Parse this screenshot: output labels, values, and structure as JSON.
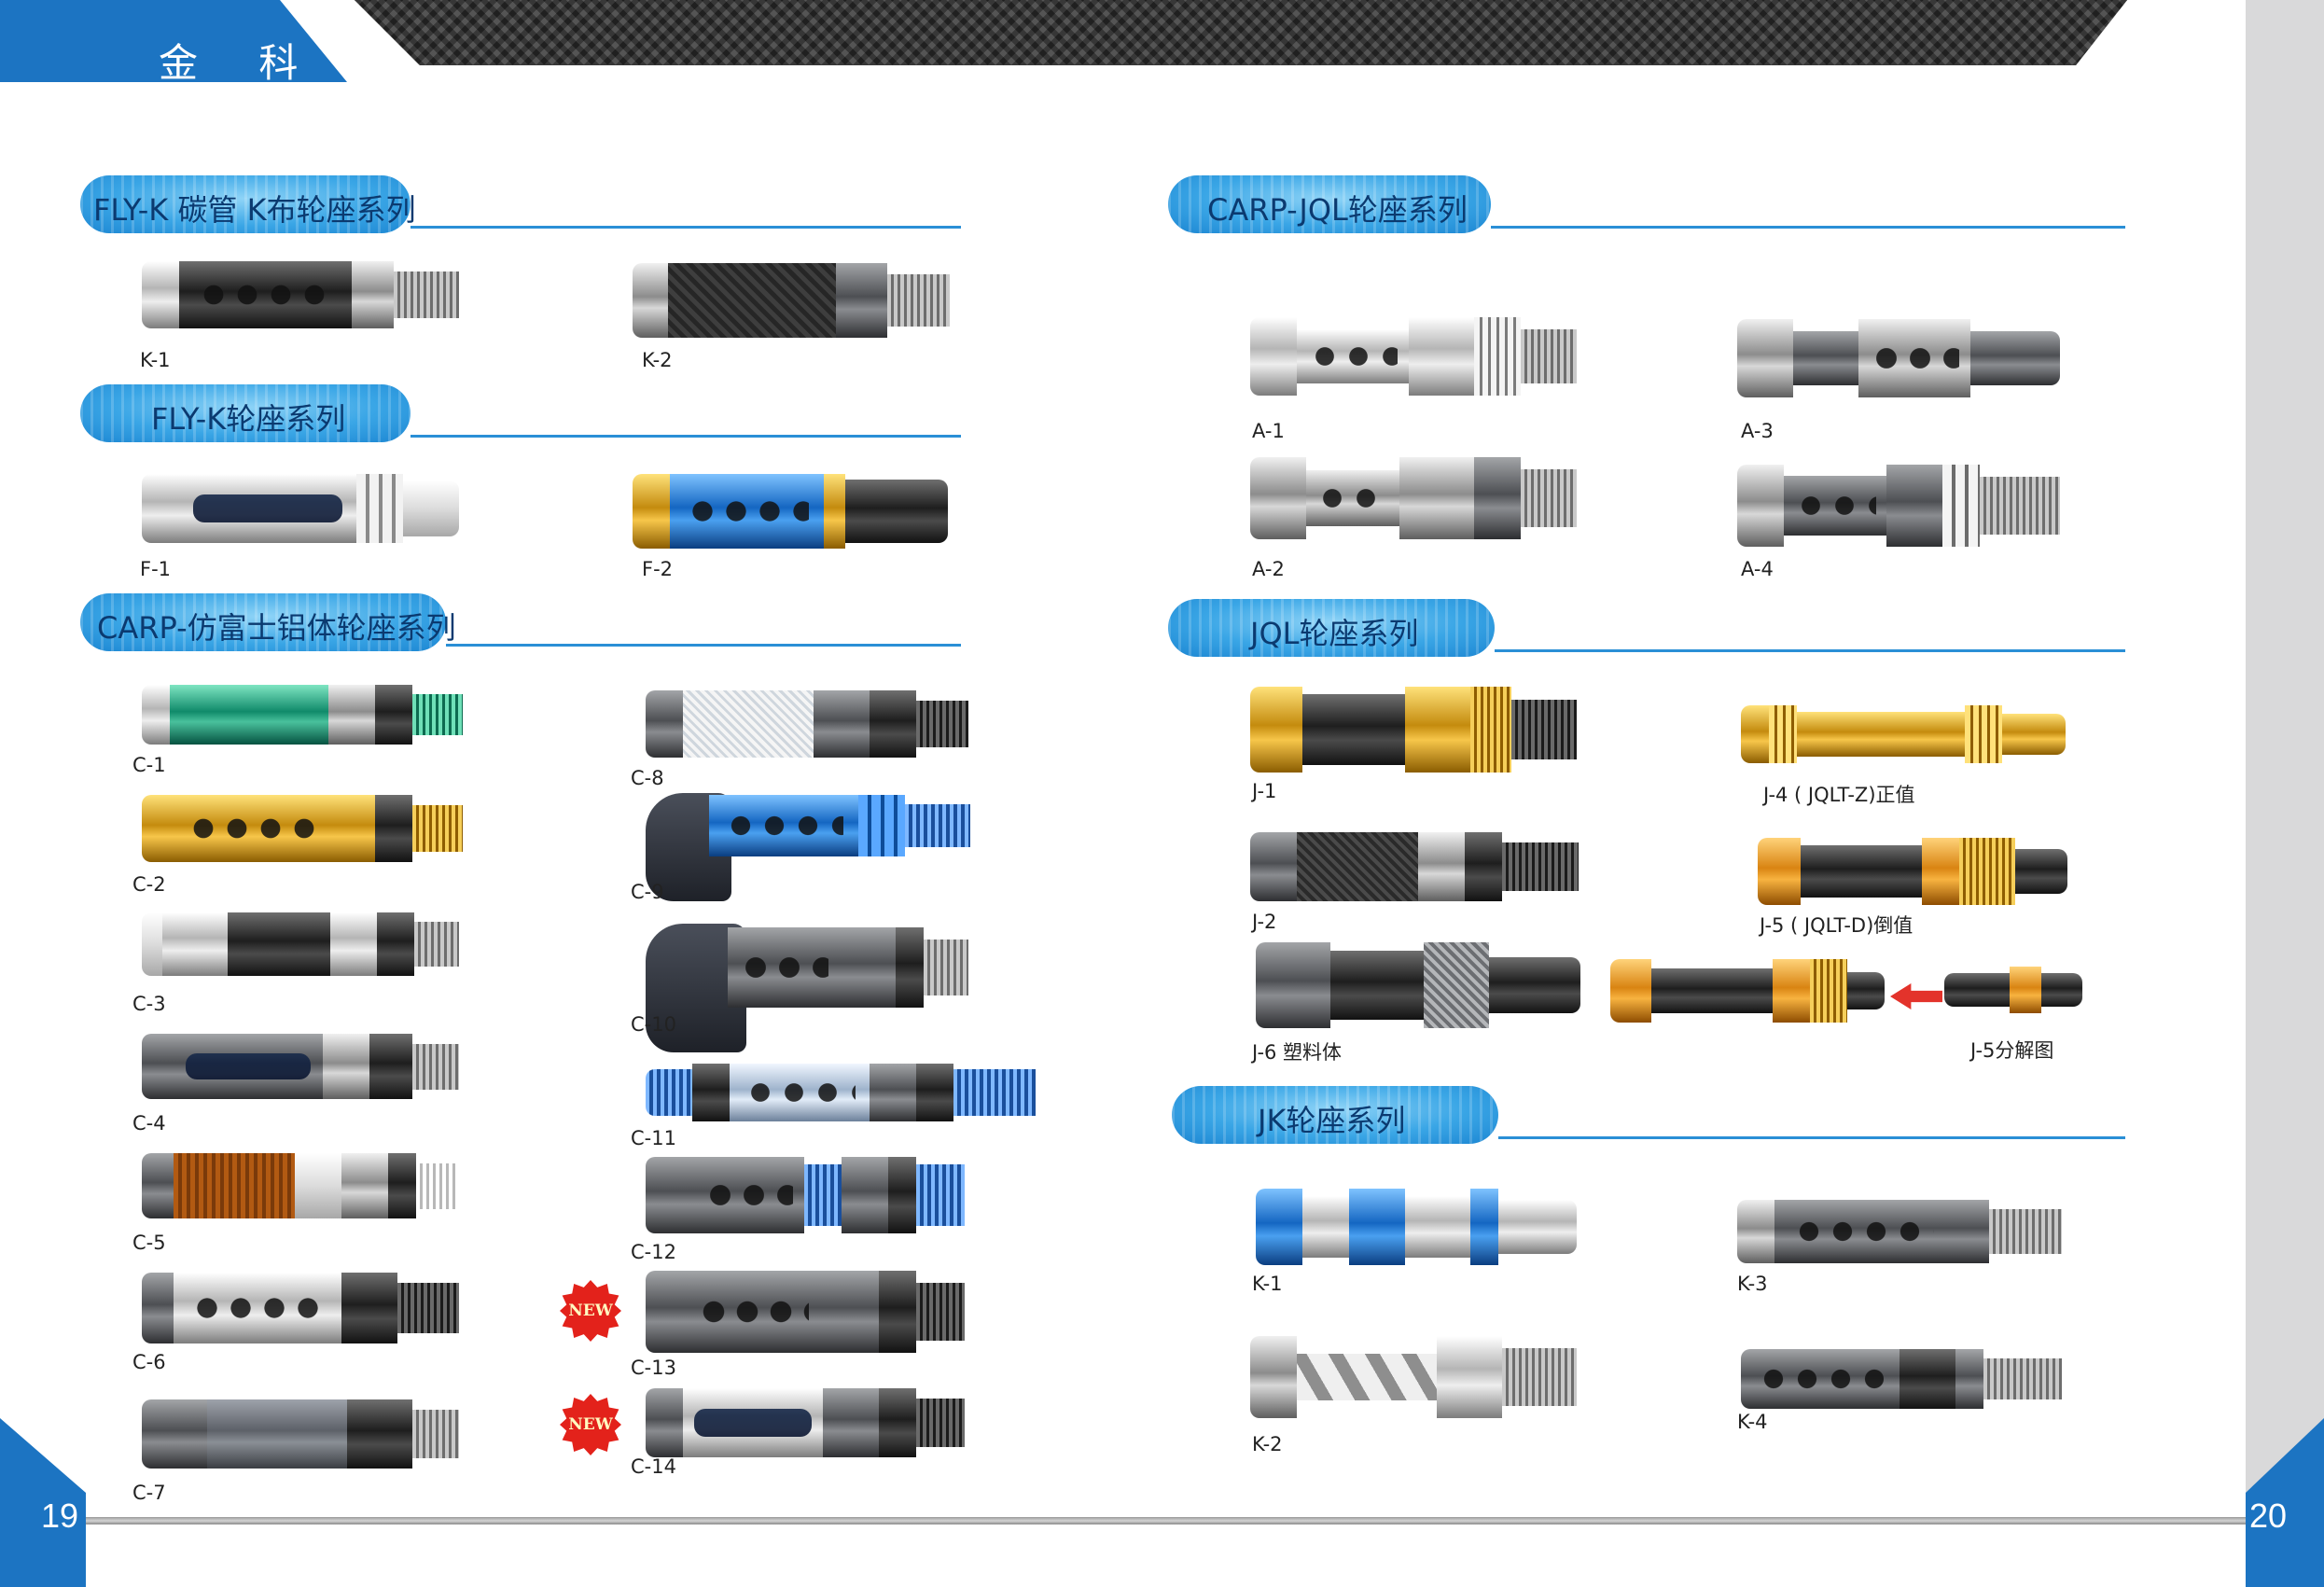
{
  "brand": {
    "name": "金 科"
  },
  "pages": {
    "left": "19",
    "right": "20"
  },
  "badges": {
    "new": "NEW"
  },
  "sections": {
    "fly_k_carbon": "FLY-K  碳管  K布轮座系列",
    "fly_k": "FLY-K轮座系列",
    "carp_fuji": "CARP-仿富士铝体轮座系列",
    "carp_jql": "CARP-JQL轮座系列",
    "jql": "JQL轮座系列",
    "jk": "JK轮座系列"
  },
  "products": {
    "flyk_k1": "K-1",
    "flyk_k2": "K-2",
    "f1": "F-1",
    "f2": "F-2",
    "c1": "C-1",
    "c2": "C-2",
    "c3": "C-3",
    "c4": "C-4",
    "c5": "C-5",
    "c6": "C-6",
    "c7": "C-7",
    "c8": "C-8",
    "c9": "C-9",
    "c10": "C-10",
    "c11": "C-11",
    "c12": "C-12",
    "c13": "C-13",
    "c14": "C-14",
    "a1": "A-1",
    "a2": "A-2",
    "a3": "A-3",
    "a4": "A-4",
    "j1": "J-1",
    "j2": "J-2",
    "j4": "J-4 ( JQLT-Z)正值",
    "j5": "J-5 ( JQLT-D)倒值",
    "j6": "J-6  塑料体",
    "j5_exploded": "J-5分解图",
    "jk_k1": "K-1",
    "jk_k2": "K-2",
    "jk_k3": "K-3",
    "jk_k4": "K-4"
  }
}
